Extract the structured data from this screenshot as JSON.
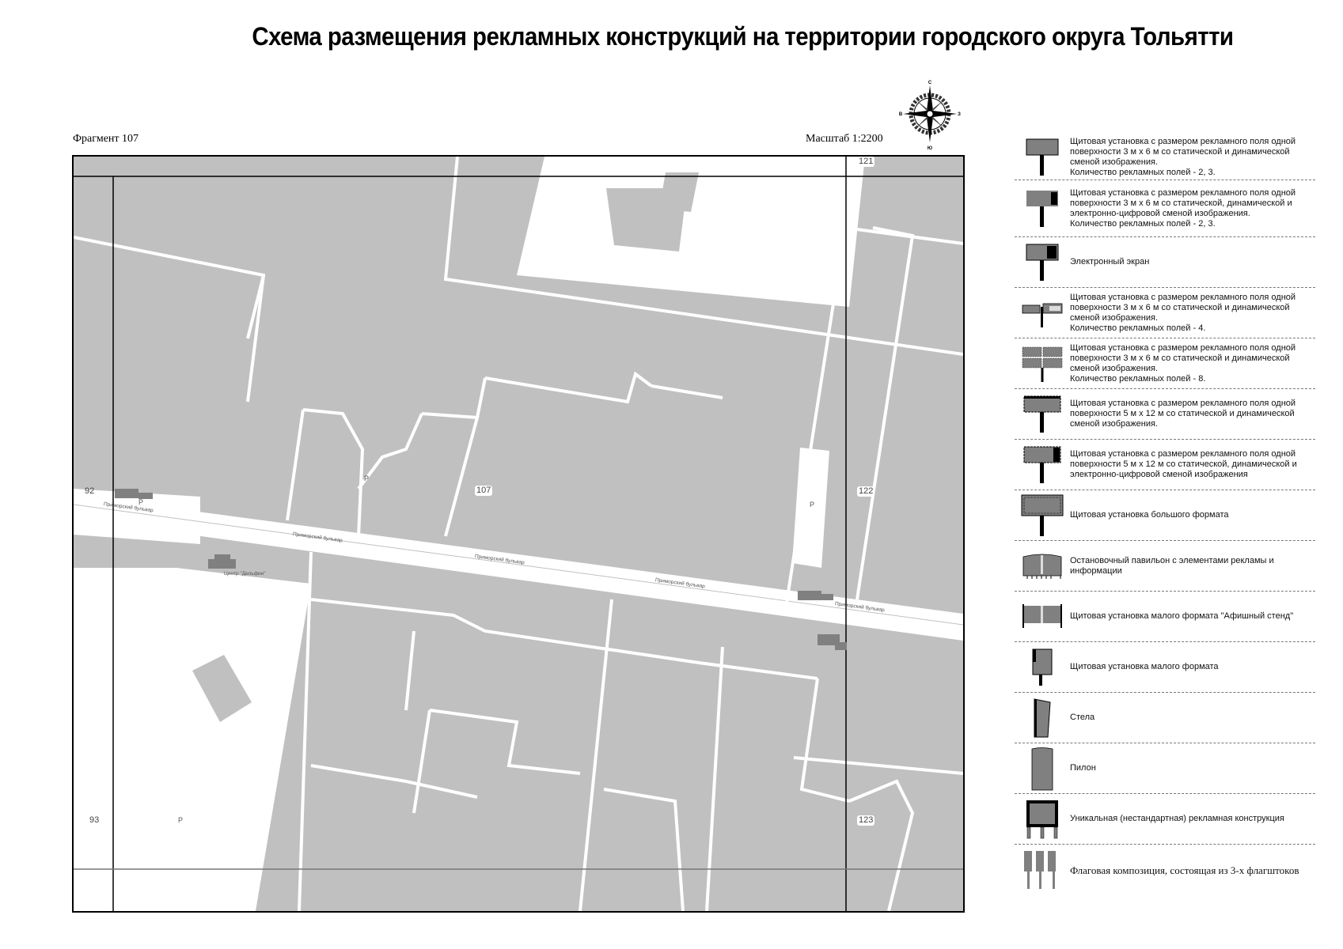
{
  "header": {
    "title": "Схема размещения рекламных конструкций на территории городского округа Тольятти",
    "fragment": "Фрагмент 107",
    "scale": "Масштаб 1:2200"
  },
  "compass": {
    "north": "С",
    "south": "Ю",
    "west": "В",
    "east": "З"
  },
  "map": {
    "background_color": "#c0c0c0",
    "grid_cells": {
      "top_right": "121",
      "middle_left": "92",
      "middle_center": "107",
      "middle_right": "122",
      "bottom_left": "93",
      "bottom_right": "123"
    },
    "road_labels": [
      "Приморский бульвар",
      "Приморский бульвар",
      "Приморский бульвар",
      "Приморский бульвар",
      "Приморский бульвар"
    ],
    "parking_marker": "P",
    "building_label": "Центр \"Дельфин\""
  },
  "legend": {
    "items": [
      {
        "icon": "billboard-3x6-static-dynamic-icon",
        "text": "Щитовая установка с размером рекламного поля одной поверхности 3 м х 6 м со статической и динамической сменой изображения.\nКоличество рекламных полей - 2, 3."
      },
      {
        "icon": "billboard-3x6-digital-icon",
        "text": "Щитовая установка с размером рекламного поля одной поверхности 3 м х 6 м со статической, динамической и электронно-цифровой сменой изображения.\nКоличество рекламных полей - 2, 3."
      },
      {
        "icon": "electronic-screen-icon",
        "text": "Электронный экран"
      },
      {
        "icon": "billboard-3x6-4-fields-icon",
        "text": "Щитовая установка с размером рекламного поля одной поверхности 3 м х 6 м со статической и динамической сменой изображения.\nКоличество рекламных полей - 4."
      },
      {
        "icon": "billboard-3x6-8-fields-icon",
        "text": "Щитовая установка с размером рекламного поля одной поверхности 3 м х 6 м со статической и динамической сменой изображения.\nКоличество рекламных полей - 8."
      },
      {
        "icon": "billboard-5x12-static-dynamic-icon",
        "text": "Щитовая установка с размером рекламного поля одной поверхности 5 м х 12 м со статической и динамической сменой изображения."
      },
      {
        "icon": "billboard-5x12-digital-icon",
        "text": "Щитовая установка с размером рекламного поля одной поверхности 5 м х 12 м со статической, динамической и электронно-цифровой сменой изображения"
      },
      {
        "icon": "large-format-billboard-icon",
        "text": "Щитовая установка большого формата"
      },
      {
        "icon": "bus-stop-pavilion-icon",
        "text": "Остановочный павильон с элементами рекламы и информации"
      },
      {
        "icon": "poster-stand-icon",
        "text": "Щитовая установка малого формата \"Афишный стенд\""
      },
      {
        "icon": "small-format-billboard-icon",
        "text": "Щитовая установка малого формата"
      },
      {
        "icon": "stele-icon",
        "text": "Стела"
      },
      {
        "icon": "pylon-icon",
        "text": "Пилон"
      },
      {
        "icon": "unique-structure-icon",
        "text": "Уникальная (нестандартная) рекламная конструкция"
      },
      {
        "icon": "flag-composition-icon",
        "text": "Флаговая композиция, состоящая из 3-х флагштоков"
      }
    ]
  },
  "colors": {
    "map_fill": "#c0c0c0",
    "road": "#ffffff",
    "icon_fill": "#808080",
    "frame": "#000000"
  }
}
